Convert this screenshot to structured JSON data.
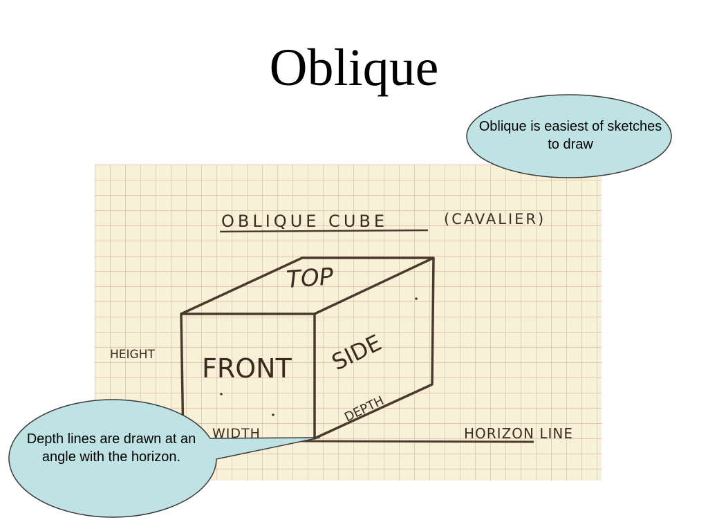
{
  "slide": {
    "title": "Oblique"
  },
  "callouts": {
    "top": "Oblique is easiest of sketches to draw",
    "bottom": "Depth lines are drawn at an angle with the horizon."
  },
  "sketch": {
    "heading": "OBLIQUE CUBE",
    "subheading": "(CAVALIER)",
    "labels": {
      "top": "TOP",
      "front": "FRONT",
      "side": "SIDE",
      "height": "HEIGHT",
      "width": "WIDTH",
      "depth": "DEPTH",
      "horizon": "HORIZON LINE"
    }
  },
  "colors": {
    "paper": "#f8f1d8",
    "grid": "#e3b9a6",
    "ink": "#4a3a2e",
    "callout_fill": "#bfe3e5",
    "callout_stroke": "#3a3a3a"
  }
}
